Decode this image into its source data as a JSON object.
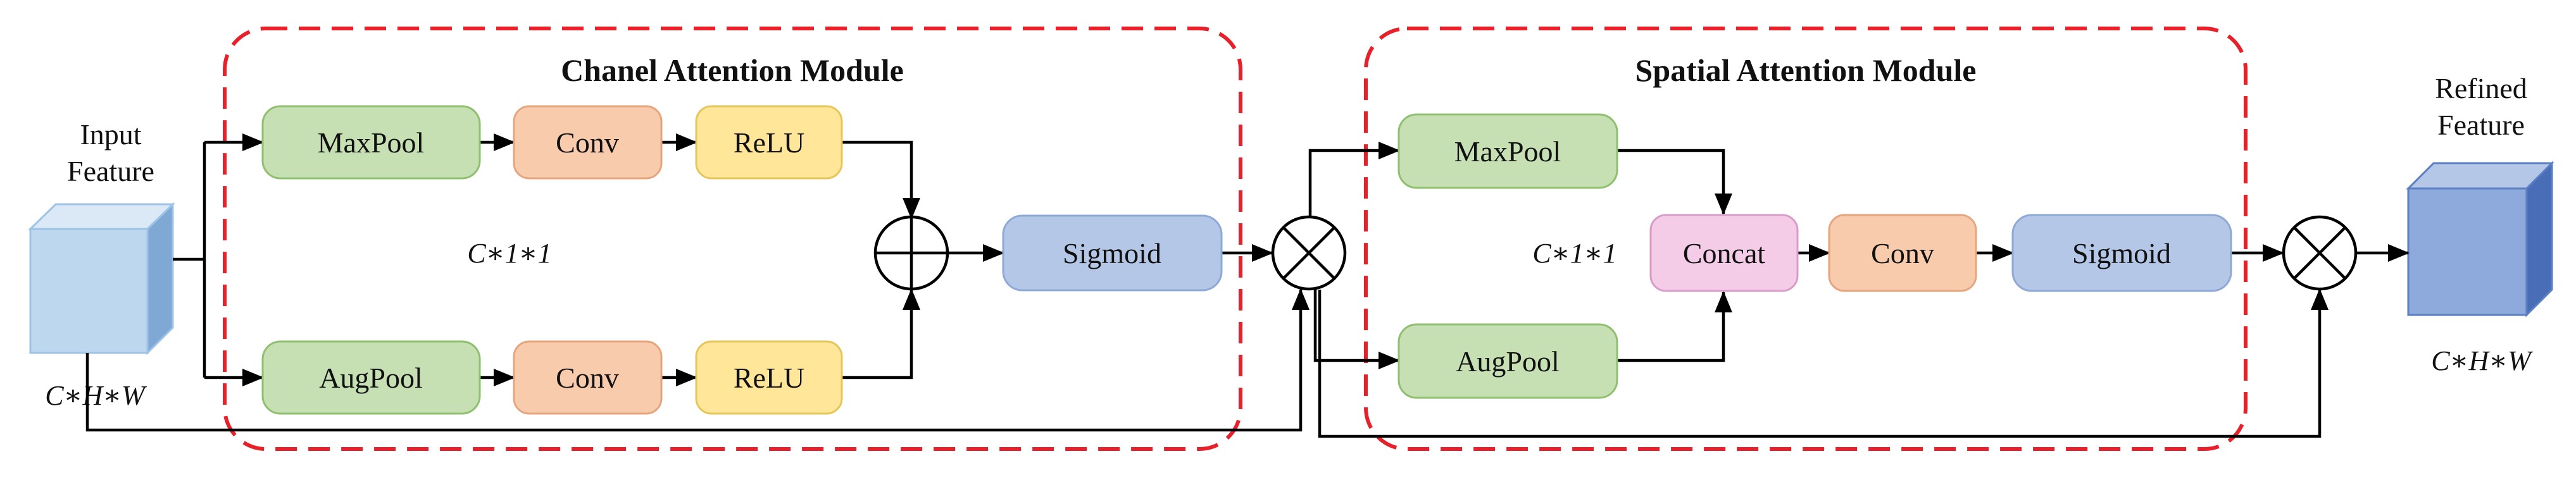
{
  "channel_module": {
    "title": "Chanel Attention Module",
    "dim_label": "C∗1∗1",
    "top_row": [
      "MaxPool",
      "Conv",
      "ReLU"
    ],
    "bottom_row": [
      "AugPool",
      "Conv",
      "ReLU"
    ],
    "sigmoid": "Sigmoid"
  },
  "spatial_module": {
    "title": "Spatial Attention Module",
    "dim_label": "C∗1∗1",
    "maxpool": "MaxPool",
    "augpool": "AugPool",
    "concat": "Concat",
    "conv": "Conv",
    "sigmoid": "Sigmoid"
  },
  "input": {
    "label_line1": "Input",
    "label_line2": "Feature",
    "dim_label": "C∗H∗W"
  },
  "output": {
    "label_line1": "Refined",
    "label_line2": "Feature",
    "dim_label": "C∗H∗W"
  },
  "colors": {
    "module_border": "#e8202a",
    "green_fill": "#c6e0b4",
    "green_stroke": "#8fbf6f",
    "orange_fill": "#f8cbad",
    "orange_stroke": "#e6a57d",
    "yellow_fill": "#ffe699",
    "yellow_stroke": "#e6c65a",
    "blue_fill": "#b4c7e7",
    "blue_stroke": "#8ea9d6",
    "pink_fill": "#f4cce8",
    "pink_stroke": "#d79cc7",
    "input_cube": "#bdd7ee",
    "output_cube": "#8ea9db"
  }
}
